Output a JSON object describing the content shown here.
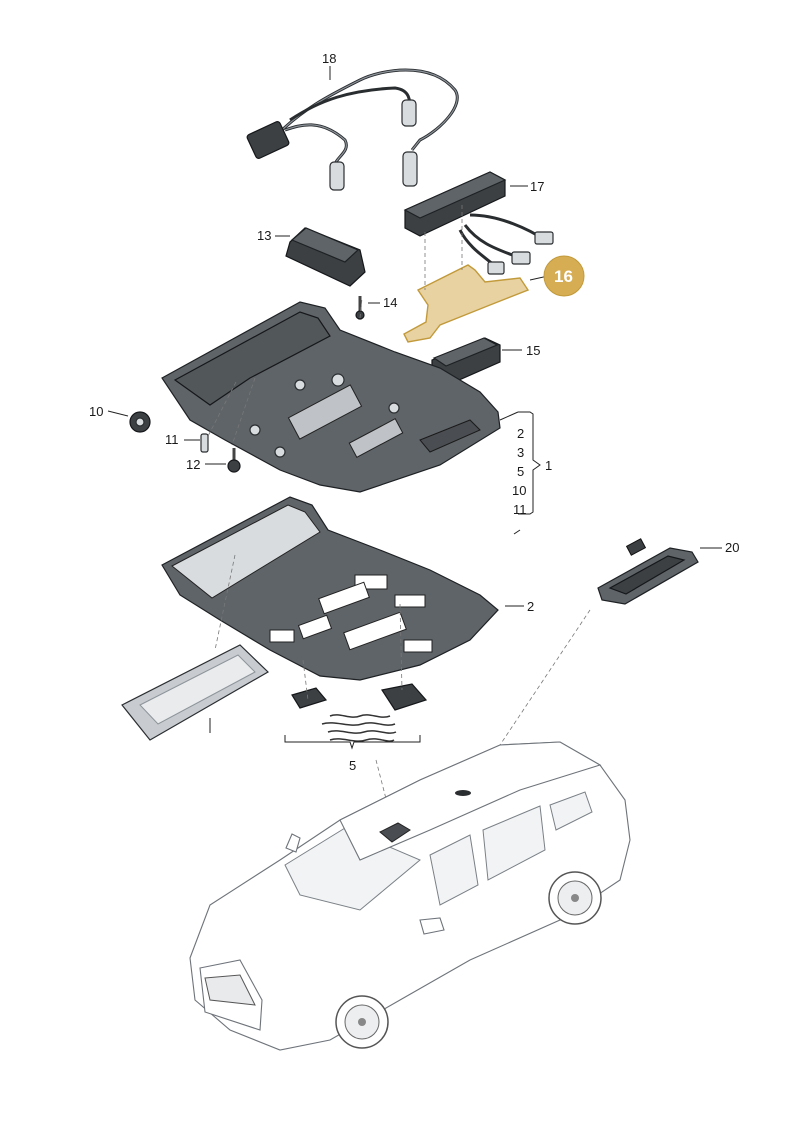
{
  "diagram": {
    "labels": {
      "p18": "18",
      "p17": "17",
      "p13": "13",
      "p14": "14",
      "p15": "15",
      "p10": "10",
      "p11": "11",
      "p12": "12",
      "p20": "20",
      "p2_bottom": "2",
      "p5_bottom": "5",
      "group1": "1",
      "bracket_items": [
        "2",
        "3",
        "5",
        "10",
        "11"
      ]
    },
    "highlight": {
      "label": "16",
      "color": "#d6ad53"
    }
  }
}
